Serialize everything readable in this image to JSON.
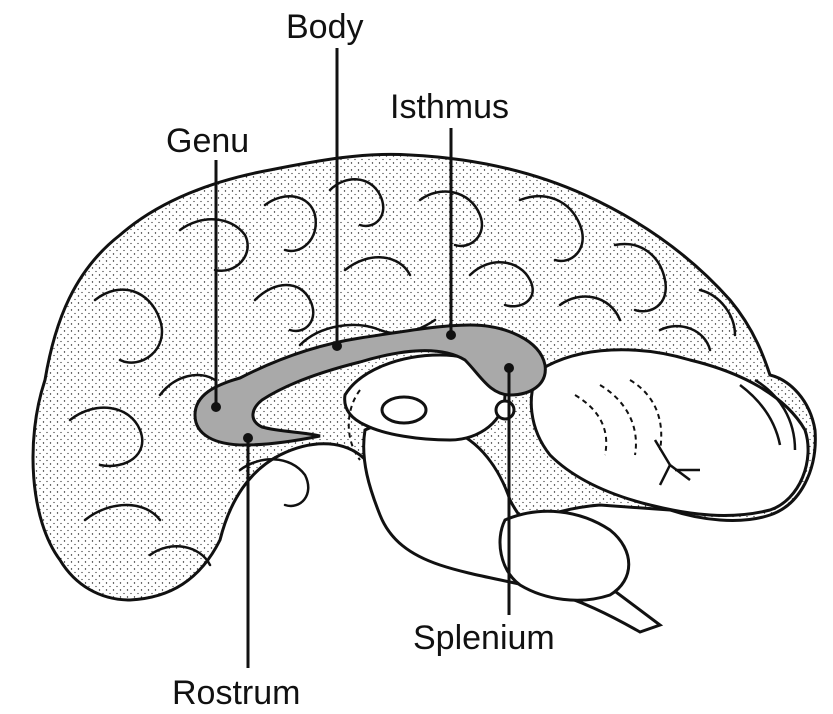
{
  "labels": {
    "body": "Body",
    "isthmus": "Isthmus",
    "genu": "Genu",
    "splenium": "Splenium",
    "rostrum": "Rostrum"
  },
  "colors": {
    "outline": "#111111",
    "corpus_callosum": "#a9a9a9",
    "background": "#ffffff"
  }
}
